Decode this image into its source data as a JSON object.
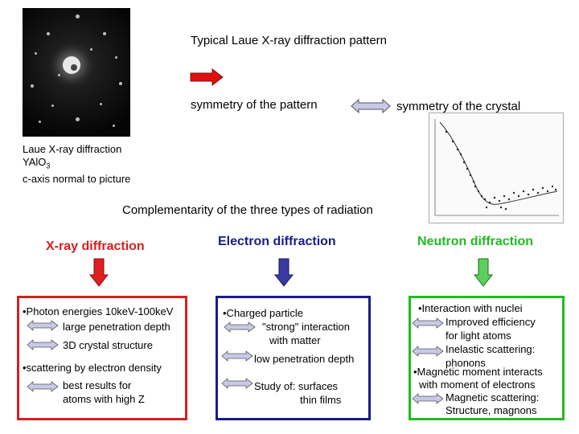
{
  "header": {
    "title": "Typical Laue X-ray diffraction pattern",
    "symmetry_pattern": "symmetry of the pattern",
    "symmetry_crystal": "symmetry of the crystal"
  },
  "caption": {
    "line1": "Laue X-ray diffraction",
    "line2_main": "YAlO",
    "line2_sub": "3",
    "line3": "c-axis normal to picture"
  },
  "complementarity": "Complementarity of the three types of radiation",
  "columns": {
    "xray": {
      "title": "X-ray diffraction",
      "color": "#d42020",
      "lines": [
        "•Photon energies 10keV-100keV",
        "large penetration depth",
        "3D crystal structure",
        "•scattering by electron density",
        "best results for",
        "atoms with high Z"
      ]
    },
    "electron": {
      "title": "Electron diffraction",
      "color": "#1b1b8a",
      "lines": [
        "•Charged particle",
        "\"strong\" interaction",
        "with matter",
        "low penetration depth",
        "Study of: surfaces",
        "thin films"
      ]
    },
    "neutron": {
      "title": "Neutron diffraction",
      "color": "#22bb22",
      "lines": [
        "•Interaction with nuclei",
        "Improved efficiency",
        "for light atoms",
        "Inelastic scattering:",
        "phonons",
        "•Magnetic moment interacts",
        "with moment of electrons",
        "Magnetic scattering:",
        "Structure, magnons"
      ]
    }
  },
  "colors": {
    "big_arrow": "#e01010",
    "double_arrow": "#c8c8e8",
    "down_red": "#e02020",
    "down_blue": "#3a3aa0",
    "down_green": "#5cd05c"
  }
}
